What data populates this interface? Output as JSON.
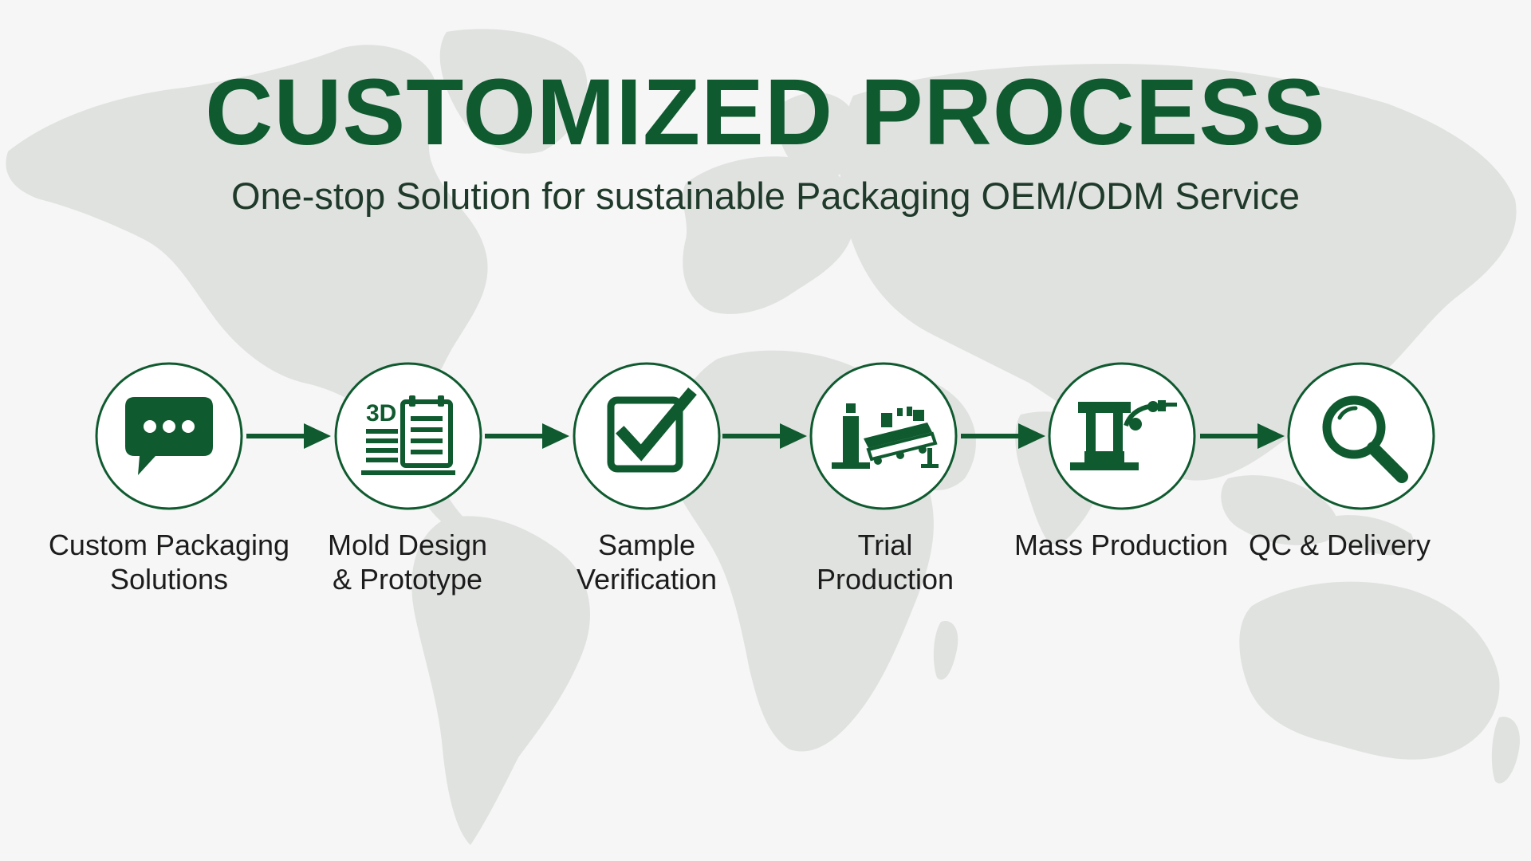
{
  "header": {
    "title": "CUSTOMIZED PROCESS",
    "subtitle": "One-stop Solution for sustainable Packaging OEM/ODM Service"
  },
  "colors": {
    "brand_green": "#0f5a2f",
    "map_gray": "#dfe1df",
    "background": "#f5f6f5",
    "label_text": "#1c1c1c"
  },
  "steps": [
    {
      "label": "Custom Packaging\nSolutions",
      "icon": "chat-bubble-icon"
    },
    {
      "label": "Mold Design\n& Prototype",
      "icon": "3d-blueprint-icon",
      "icon_text": "3D"
    },
    {
      "label": "Sample\nVerification",
      "icon": "checkbox-icon"
    },
    {
      "label": "Trial\nProduction",
      "icon": "conveyor-machine-icon"
    },
    {
      "label": "Mass Production",
      "icon": "industrial-robot-icon"
    },
    {
      "label": "QC & Delivery",
      "icon": "magnifier-icon"
    }
  ]
}
